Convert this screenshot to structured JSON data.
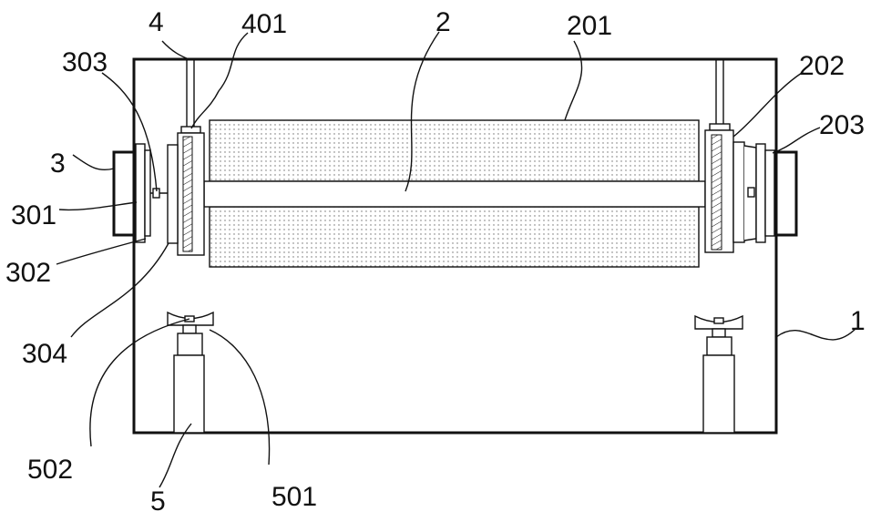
{
  "labels": {
    "l1": "1",
    "l2": "2",
    "l201": "201",
    "l202": "202",
    "l203": "203",
    "l3": "3",
    "l301": "301",
    "l302": "302",
    "l303": "303",
    "l304": "304",
    "l4": "4",
    "l401": "401",
    "l5": "5",
    "l501": "501",
    "l502": "502"
  },
  "colors": {
    "stroke": "#111111",
    "background": "#ffffff",
    "dots": "#6b6b6b"
  }
}
